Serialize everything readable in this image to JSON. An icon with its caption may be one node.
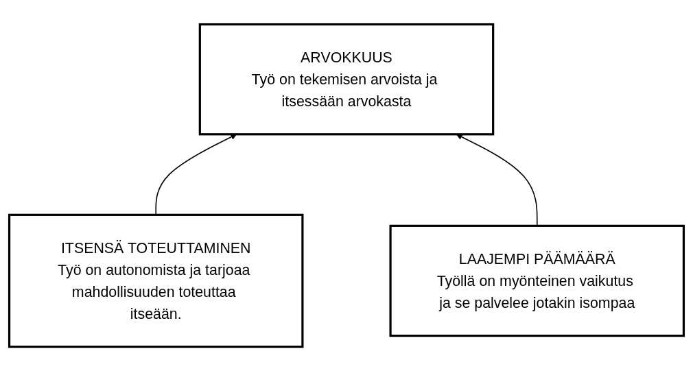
{
  "diagram": {
    "nodes": [
      {
        "text": [
          "ARVOKKUUS",
          "Työ on tekemisen arvoista ja itsessään arvokasta"
        ]
      },
      {
        "text": [
          "ITSENSÄ TOTEUTTAMINEN",
          "Työ on autonomista ja tarjoaa mahdollisuuden toteuttaa itseään."
        ]
      },
      {
        "text": [
          "LAAJEMPI PÄÄMÄÄRÄ",
          "Työllä on myönteinen vaikutus ja se palvelee jotakin isompaa"
        ]
      }
    ],
    "edges": [
      {
        "from": 1,
        "to": 0,
        "arrow": "to"
      },
      {
        "from": 2,
        "to": 0,
        "arrow": "to"
      }
    ]
  }
}
